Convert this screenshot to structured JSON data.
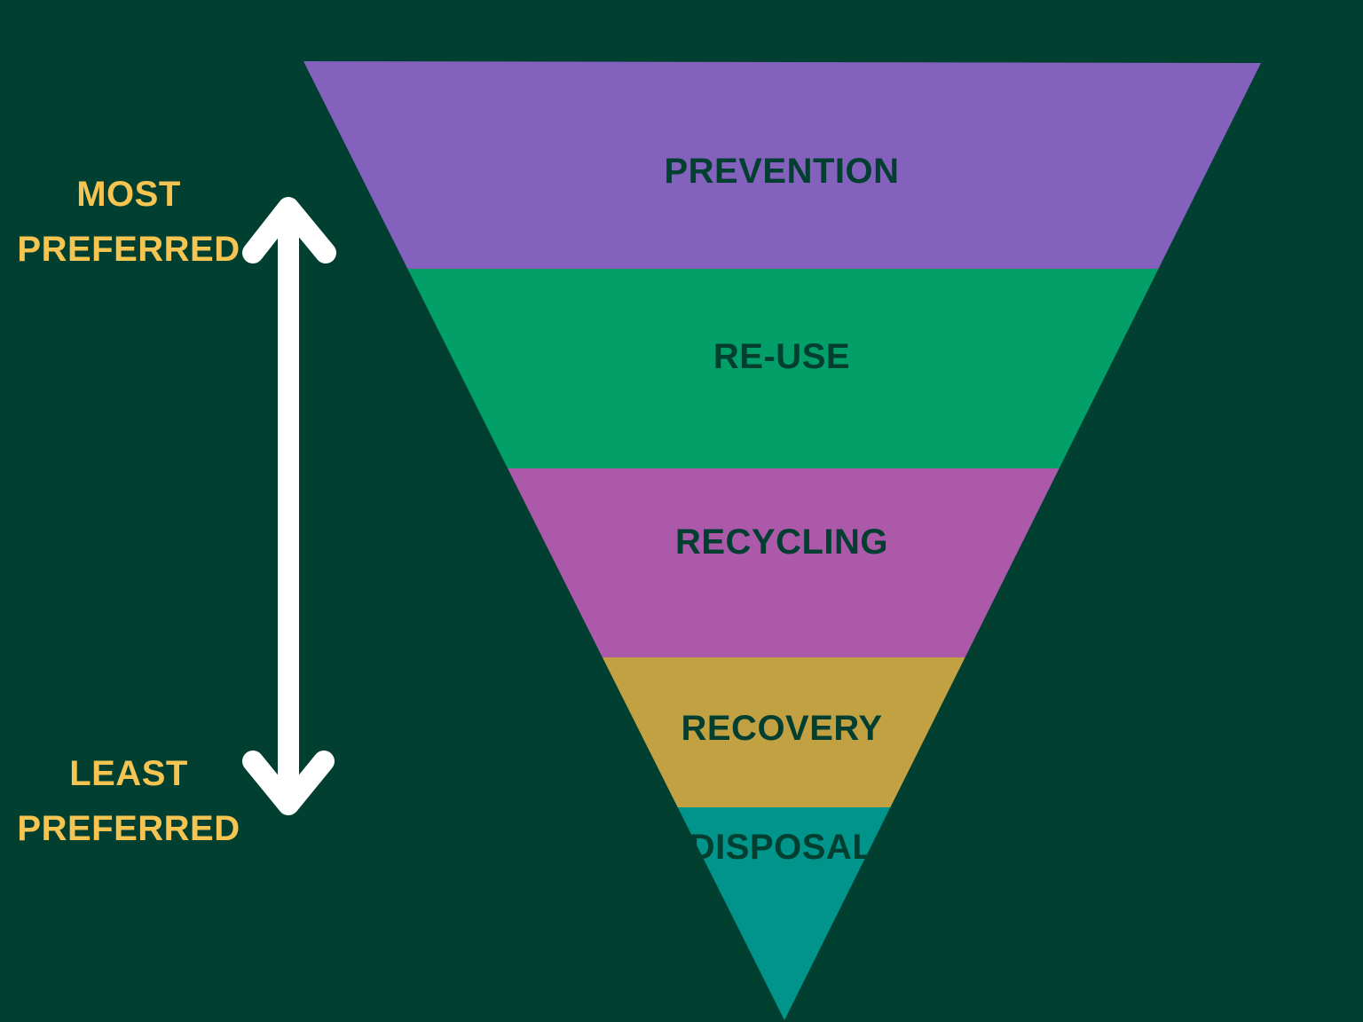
{
  "diagram": {
    "tiers": [
      {
        "label": "PREVENTION",
        "color": "#8561be"
      },
      {
        "label": "RE-USE",
        "color": "#039f69"
      },
      {
        "label": "RECYCLING",
        "color": "#ac59aa"
      },
      {
        "label": "RECOVERY",
        "color": "#c2a143"
      },
      {
        "label": "DISPOSAL",
        "color": "#00948a"
      }
    ],
    "tier_text_color": "#023f31"
  },
  "scale": {
    "top_label": {
      "line1": "MOST",
      "line2": "PREFERRED"
    },
    "bottom_label": {
      "line1": "LEAST",
      "line2": "PREFERRED"
    },
    "label_color": "#f6c451",
    "arrow_color": "#ffffff",
    "arrow_icon": "double-headed-vertical-arrow"
  },
  "background_color": "#013f31"
}
